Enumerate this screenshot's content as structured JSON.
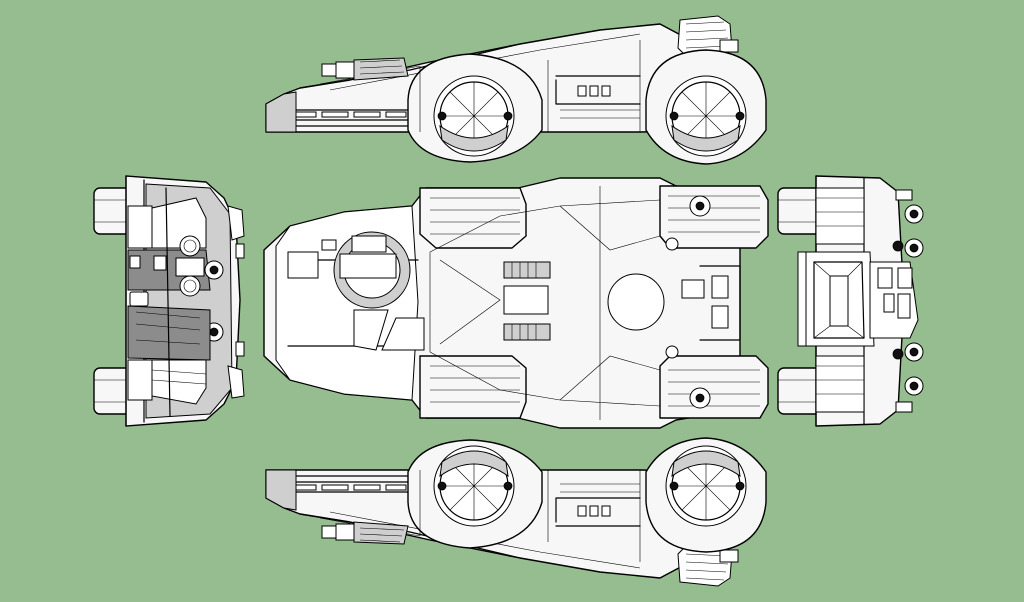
{
  "canvas": {
    "background": "#96bd8f",
    "line_color": "#000000",
    "hull_fill": "#f7f7f7",
    "shade_fill": "#cfcfcf",
    "dark_fill": "#8c8c8c"
  },
  "views": [
    {
      "id": "side-view-top",
      "label": ""
    },
    {
      "id": "front-view",
      "label": ""
    },
    {
      "id": "top-view",
      "label": ""
    },
    {
      "id": "rear-view",
      "label": ""
    },
    {
      "id": "side-view-bottom",
      "label": ""
    }
  ]
}
